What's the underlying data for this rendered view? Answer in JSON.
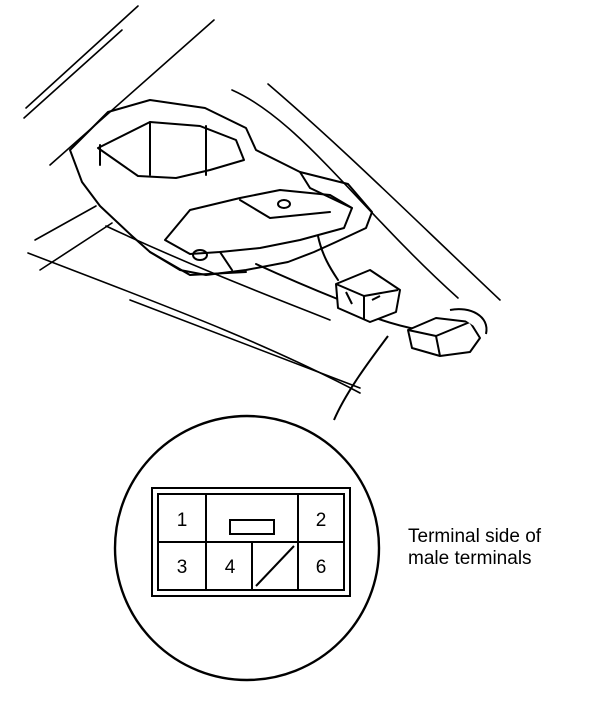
{
  "connector": {
    "pins": [
      "1",
      "2",
      "3",
      "4",
      "6"
    ]
  },
  "caption": {
    "line1": "Terminal side of",
    "line2": "male terminals"
  }
}
